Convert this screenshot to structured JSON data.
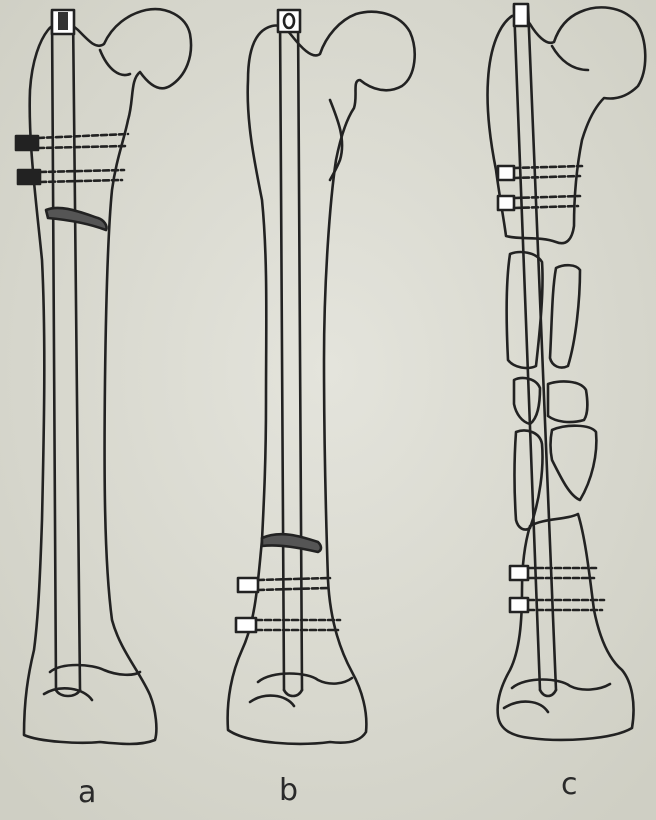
{
  "figure": {
    "panels": [
      {
        "label": "a"
      },
      {
        "label": "b"
      },
      {
        "label": "c"
      }
    ],
    "colors": {
      "paper": "#dcdcd2",
      "ink": "#222222"
    }
  }
}
